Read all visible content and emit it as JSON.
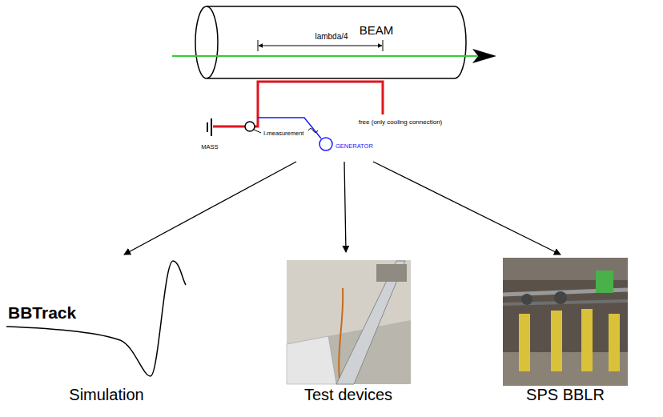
{
  "diagram": {
    "nodes": [
      {
        "text": [
          "BEAM",
          "lambda/4",
          "I-measurement",
          "MASS",
          "GENERATOR",
          "free (only cooling connection)"
        ]
      },
      {
        "text": [
          "BBTrack",
          "Simulation"
        ]
      },
      {
        "text": [
          "Test devices"
        ]
      },
      {
        "text": [
          "SPS BBLR"
        ]
      }
    ],
    "edges": [
      {
        "from": 0,
        "to": 1,
        "arrow": "to"
      },
      {
        "from": 0,
        "to": 2,
        "arrow": "to"
      },
      {
        "from": 0,
        "to": 3,
        "arrow": "to"
      }
    ]
  }
}
